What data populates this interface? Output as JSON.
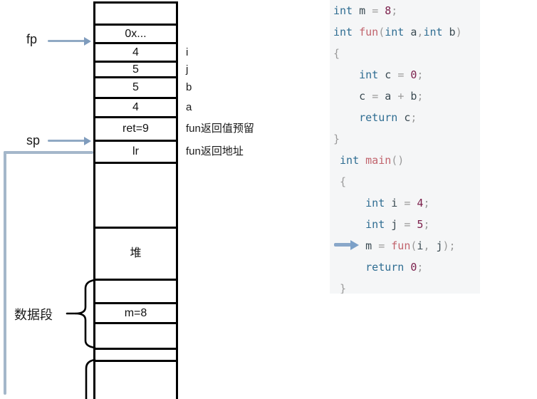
{
  "colors": {
    "arrow_blue": "#90a9c4",
    "connector_blue": "#a4b7ca",
    "code_background": "#f5f6f7",
    "stack_border": "#000000",
    "keyword_blue": "#2f6d92",
    "function_rose": "#c1636c",
    "number_magenta": "#7b1f4b",
    "punctuation_gray": "#9a9a9a"
  },
  "diagram": {
    "registers": {
      "fp": "fp",
      "sp": "sp"
    },
    "segment_label": "数据段",
    "stack_cells": [
      {
        "value": "",
        "label": "",
        "h": 34
      },
      {
        "value": "0x...",
        "label": "",
        "h": 26
      },
      {
        "value": "4",
        "label": "i",
        "h": 26
      },
      {
        "value": "5",
        "label": "j",
        "h": 22
      },
      {
        "value": "5",
        "label": "b",
        "h": 29
      },
      {
        "value": "4",
        "label": "a",
        "h": 27
      },
      {
        "value": "ret=9",
        "label": "fun返回值预留",
        "h": 33
      },
      {
        "value": "lr",
        "label": "fun返回地址",
        "h": 31
      },
      {
        "value": "",
        "label": "",
        "h": 91
      },
      {
        "value": "堆",
        "label": "",
        "h": 73
      },
      {
        "value": "",
        "label": "",
        "h": 33
      },
      {
        "value": "m=8",
        "label": "",
        "h": 28
      },
      {
        "value": "",
        "label": "",
        "h": 36
      },
      {
        "value": "",
        "label": "",
        "h": 17
      },
      {
        "value": "",
        "label": "",
        "h": 52,
        "open_bottom": true
      }
    ]
  },
  "code": {
    "lines": [
      [
        {
          "t": "kw",
          "s": "int"
        },
        {
          "t": "pl",
          "s": " m "
        },
        {
          "t": "op",
          "s": "="
        },
        {
          "t": "pl",
          "s": " "
        },
        {
          "t": "num",
          "s": "8"
        },
        {
          "t": "pn",
          "s": ";"
        }
      ],
      [
        {
          "t": "kw",
          "s": "int"
        },
        {
          "t": "pl",
          "s": " "
        },
        {
          "t": "fn",
          "s": "fun"
        },
        {
          "t": "pn",
          "s": "("
        },
        {
          "t": "kw",
          "s": "int"
        },
        {
          "t": "pl",
          "s": " a"
        },
        {
          "t": "pn",
          "s": ","
        },
        {
          "t": "kw",
          "s": "int"
        },
        {
          "t": "pl",
          "s": " b"
        },
        {
          "t": "pn",
          "s": ")"
        }
      ],
      [
        {
          "t": "pn",
          "s": "{"
        }
      ],
      [
        {
          "t": "pl",
          "s": "    "
        },
        {
          "t": "kw",
          "s": "int"
        },
        {
          "t": "pl",
          "s": " c "
        },
        {
          "t": "op",
          "s": "="
        },
        {
          "t": "pl",
          "s": " "
        },
        {
          "t": "num",
          "s": "0"
        },
        {
          "t": "pn",
          "s": ";"
        }
      ],
      [
        {
          "t": "pl",
          "s": "    c "
        },
        {
          "t": "op",
          "s": "="
        },
        {
          "t": "pl",
          "s": " a "
        },
        {
          "t": "op",
          "s": "+"
        },
        {
          "t": "pl",
          "s": " b"
        },
        {
          "t": "pn",
          "s": ";"
        }
      ],
      [
        {
          "t": "pl",
          "s": "    "
        },
        {
          "t": "kw",
          "s": "return"
        },
        {
          "t": "pl",
          "s": " c"
        },
        {
          "t": "pn",
          "s": ";"
        }
      ],
      [
        {
          "t": "pn",
          "s": "}"
        }
      ],
      [
        {
          "t": "pl",
          "s": " "
        },
        {
          "t": "kw",
          "s": "int"
        },
        {
          "t": "pl",
          "s": " "
        },
        {
          "t": "fn",
          "s": "main"
        },
        {
          "t": "pn",
          "s": "()"
        }
      ],
      [
        {
          "t": "pl",
          "s": " "
        },
        {
          "t": "pn",
          "s": "{"
        }
      ],
      [
        {
          "t": "pl",
          "s": "     "
        },
        {
          "t": "kw",
          "s": "int"
        },
        {
          "t": "pl",
          "s": " i "
        },
        {
          "t": "op",
          "s": "="
        },
        {
          "t": "pl",
          "s": " "
        },
        {
          "t": "num",
          "s": "4"
        },
        {
          "t": "pn",
          "s": ";"
        }
      ],
      [
        {
          "t": "pl",
          "s": "     "
        },
        {
          "t": "kw",
          "s": "int"
        },
        {
          "t": "pl",
          "s": " j "
        },
        {
          "t": "op",
          "s": "="
        },
        {
          "t": "pl",
          "s": " "
        },
        {
          "t": "num",
          "s": "5"
        },
        {
          "t": "pn",
          "s": ";"
        }
      ],
      [
        {
          "t": "pl",
          "s": "     m "
        },
        {
          "t": "op",
          "s": "="
        },
        {
          "t": "pl",
          "s": " "
        },
        {
          "t": "fn",
          "s": "fun"
        },
        {
          "t": "pn",
          "s": "("
        },
        {
          "t": "pl",
          "s": "i"
        },
        {
          "t": "pn",
          "s": ","
        },
        {
          "t": "pl",
          "s": " j"
        },
        {
          "t": "pn",
          "s": ");"
        }
      ],
      [
        {
          "t": "pl",
          "s": "     "
        },
        {
          "t": "kw",
          "s": "return"
        },
        {
          "t": "pl",
          "s": " "
        },
        {
          "t": "num",
          "s": "0"
        },
        {
          "t": "pn",
          "s": ";"
        }
      ],
      [
        {
          "t": "pl",
          "s": " "
        },
        {
          "t": "pn",
          "s": "}"
        }
      ]
    ]
  }
}
